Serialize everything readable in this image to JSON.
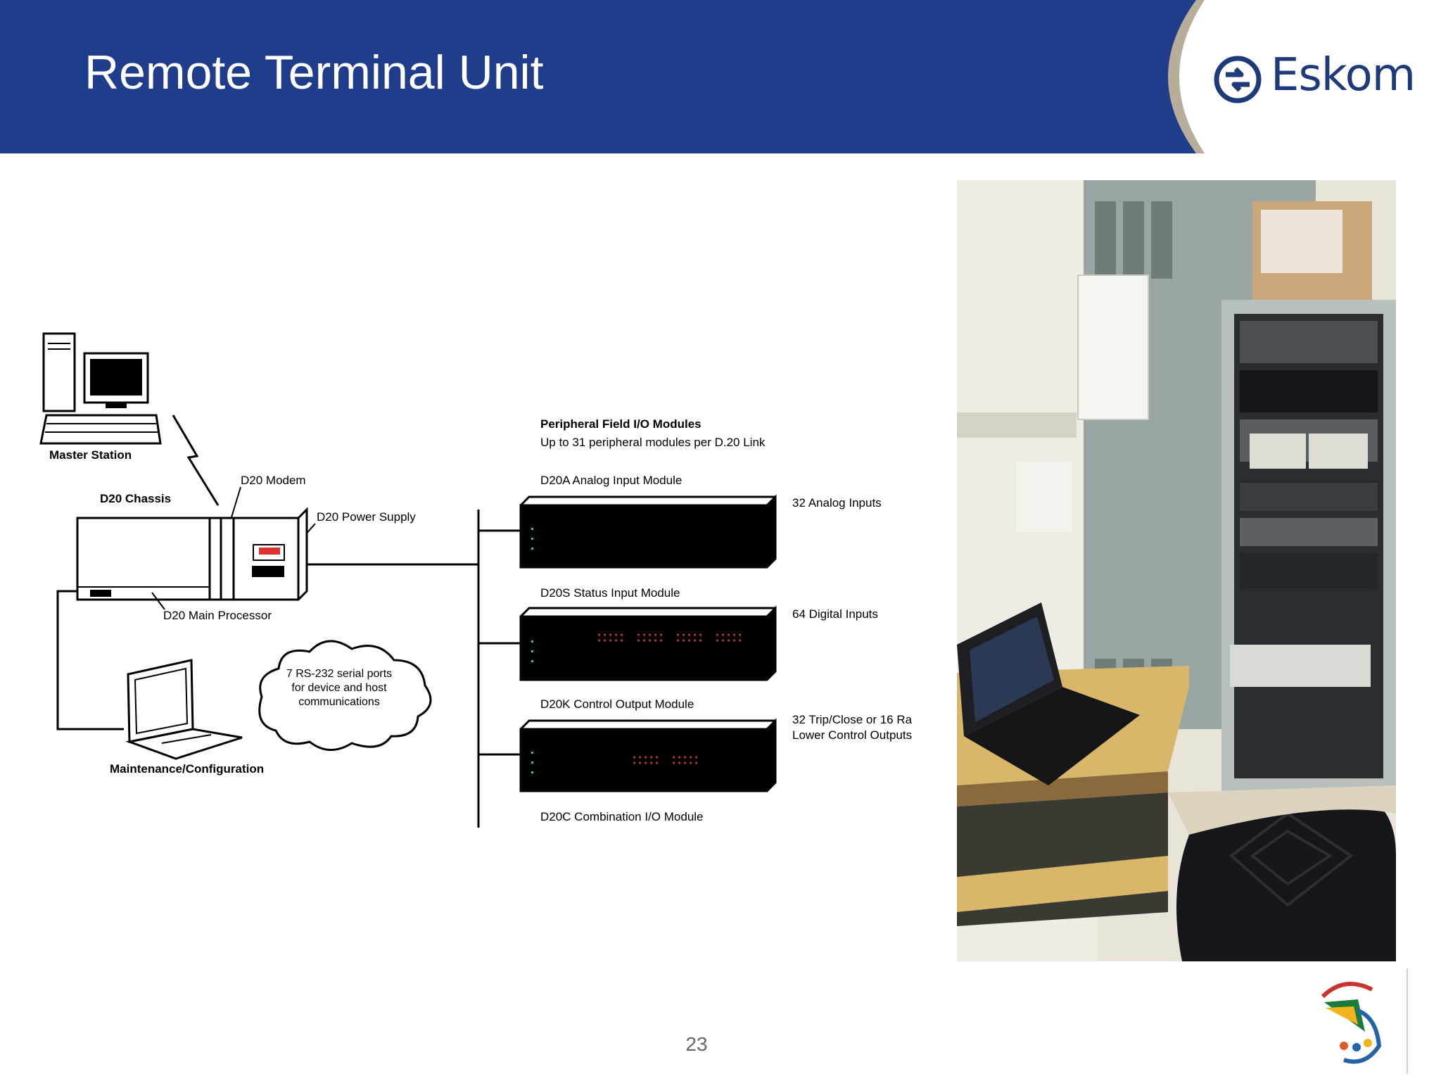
{
  "slide": {
    "title": "Remote Terminal Unit",
    "page_number": "23",
    "brand_color": "#1f3d8a",
    "logo_text": "Eskom"
  },
  "diagram": {
    "master_station": "Master Station",
    "d20_modem": "D20 Modem",
    "d20_chassis": "D20 Chassis",
    "d20_power_supply": "D20 Power Supply",
    "d20_main_processor": "D20 Main Processor",
    "cloud_line1": "7 RS-232 serial ports",
    "cloud_line2": "for device and host",
    "cloud_line3": "communications",
    "maintenance": "Maintenance/Configuration",
    "peripheral_title": "Peripheral Field I/O Modules",
    "peripheral_subtitle": "Up to 31 peripheral modules per D.20 Link",
    "module_a": "D20A Analog Input Module",
    "module_a_io": "32 Analog Inputs",
    "module_s": "D20S Status Input Module",
    "module_s_io": "64 Digital Inputs",
    "module_k": "D20K Control Output Module",
    "module_k_io1": "32 Trip/Close or 16 Ra",
    "module_k_io2": "Lower Control Outputs",
    "module_c": "D20C Combination I/O Module"
  }
}
